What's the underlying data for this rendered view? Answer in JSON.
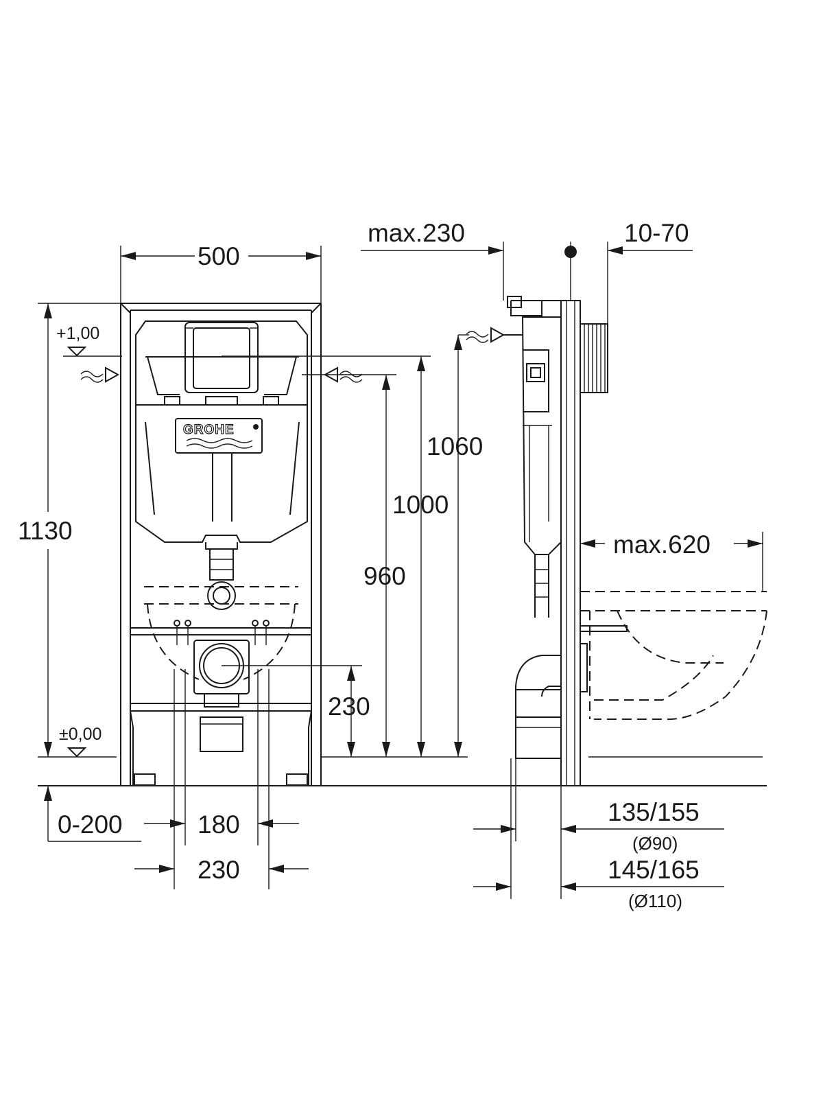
{
  "brand": "GROHE",
  "dimensions": {
    "width_500": "500",
    "max_230": "max.230",
    "range_10_70": "10-70",
    "level_plus": "+1,00",
    "level_zero": "±0,00",
    "height_1130": "1130",
    "height_1060": "1060",
    "height_1000": "1000",
    "height_960": "960",
    "height_230": "230",
    "max_620": "max.620",
    "range_0_200": "0-200",
    "width_180": "180",
    "width_230": "230",
    "dist_135_155": "135/155",
    "dia_90": "(Ø90)",
    "dist_145_165": "145/165",
    "dia_110": "(Ø110)"
  }
}
